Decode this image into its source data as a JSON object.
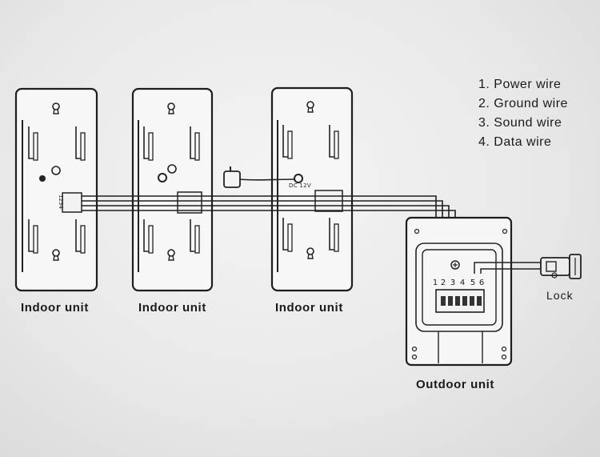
{
  "legend": [
    {
      "num": "1.",
      "label": "Power wire"
    },
    {
      "num": "2.",
      "label": "Ground wire"
    },
    {
      "num": "3.",
      "label": "Sound wire"
    },
    {
      "num": "4.",
      "label": "Data wire"
    }
  ],
  "units": {
    "indoor_label": "Indoor unit",
    "outdoor_label": "Outdoor unit",
    "lock_label": "Lock"
  },
  "indoor_first": {
    "terminal_numbers": "1234"
  },
  "power": {
    "label": "DC 12V"
  },
  "outdoor": {
    "terminal_numbers": [
      "1",
      "2",
      "3",
      "4",
      "5",
      "6"
    ]
  }
}
